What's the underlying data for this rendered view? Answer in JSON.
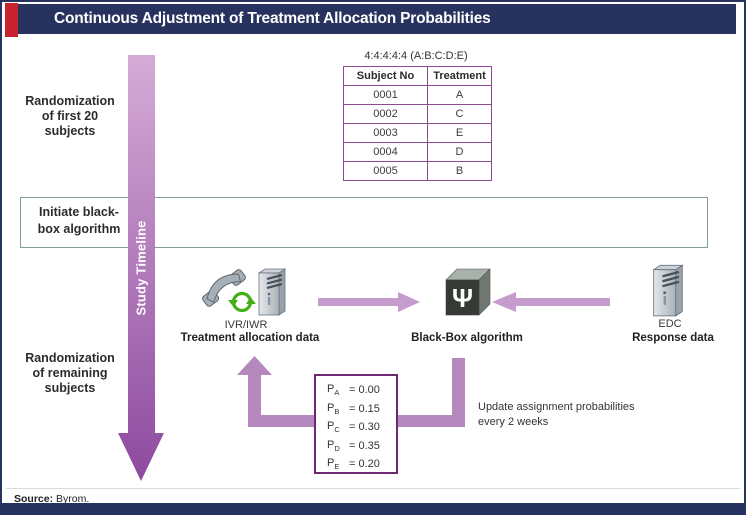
{
  "header": {
    "title": "Continuous Adjustment of Treatment Allocation Probabilities"
  },
  "timeline": {
    "label": "Study Timeline"
  },
  "phases": {
    "first": "Randomization\nof first 20\nsubjects",
    "remaining": "Randomization\nof remaining\nsubjects"
  },
  "allocation_table": {
    "title": "4:4:4:4:4 (A:B:C:D:E)",
    "columns": [
      "Subject No",
      "Treatment"
    ],
    "rows": [
      [
        "0001",
        "A"
      ],
      [
        "0002",
        "C"
      ],
      [
        "0003",
        "E"
      ],
      [
        "0004",
        "D"
      ],
      [
        "0005",
        "B"
      ]
    ]
  },
  "initiate_box": {
    "label": "Initiate black-\nbox algorithm"
  },
  "nodes": {
    "ivr": {
      "label": "IVR/IWR",
      "caption": "Treatment allocation data"
    },
    "blackbox": {
      "symbol": "Ψ",
      "caption": "Black-Box algorithm"
    },
    "edc": {
      "label": "EDC",
      "caption": "Response data"
    }
  },
  "probabilities": {
    "symbol": "P",
    "rows": [
      {
        "sub": "A",
        "value": "= 0.00"
      },
      {
        "sub": "B",
        "value": "= 0.15"
      },
      {
        "sub": "C",
        "value": "= 0.30"
      },
      {
        "sub": "D",
        "value": "= 0.35"
      },
      {
        "sub": "E",
        "value": "= 0.20"
      }
    ]
  },
  "update_note": "Update assignment probabilities\nevery 2 weeks",
  "source": {
    "label": "Source:",
    "text": "Byrom."
  },
  "colors": {
    "navy": "#27325f",
    "red_accent": "#c9222f",
    "arrow_purple": "#c69bcd",
    "loop_purple": "#b588be",
    "timeline_top": "#d5abd6",
    "timeline_bottom": "#8d4a9f",
    "table_border": "#8c4a91",
    "prob_border": "#6d2a72",
    "teal_border": "#7f9e98"
  }
}
